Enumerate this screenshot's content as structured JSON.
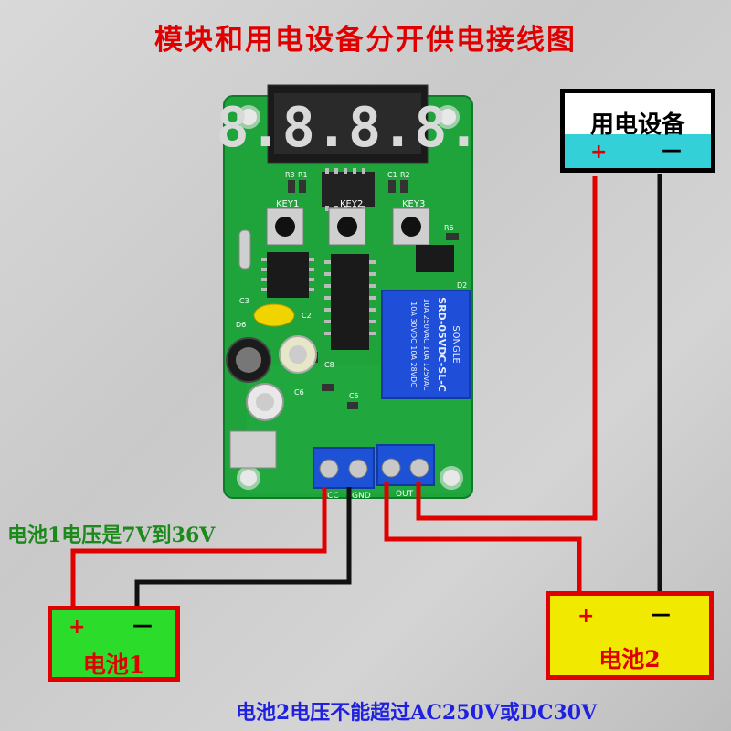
{
  "title": "模块和用电设备分开供电接线图",
  "device": {
    "name": "用电设备",
    "plus": "+",
    "minus": "—"
  },
  "battery1": {
    "name": "电池1",
    "plus": "+",
    "minus": "—"
  },
  "battery2": {
    "name": "电池2",
    "plus": "+",
    "minus": "—"
  },
  "label_battery1": "电池1电压是7V到36V",
  "label_battery2": "电池2电压不能超过AC250V或DC30V",
  "board": {
    "display": "8.8.8.8.",
    "keys": [
      "KEY1",
      "KEY2",
      "KEY3"
    ],
    "relay_text": [
      "SONGLE",
      "SRD-05VDC-SL-C",
      "10A 250VAC 10A 125VAC",
      "10A 30VDC 10A 28VDC"
    ],
    "silk": [
      "R3",
      "R1",
      "C1",
      "R2",
      "R6",
      "C8",
      "C6",
      "C5",
      "D2",
      "D6",
      "C2",
      "C3"
    ],
    "terminals": [
      "VCC",
      "GND",
      "OUT"
    ]
  },
  "colors": {
    "title": "#e00000",
    "wire_pos": "#e00000",
    "wire_neg": "#111111",
    "pcb": "#1fa43c",
    "label1": "#1b8a1b",
    "label2": "#2020e0"
  }
}
